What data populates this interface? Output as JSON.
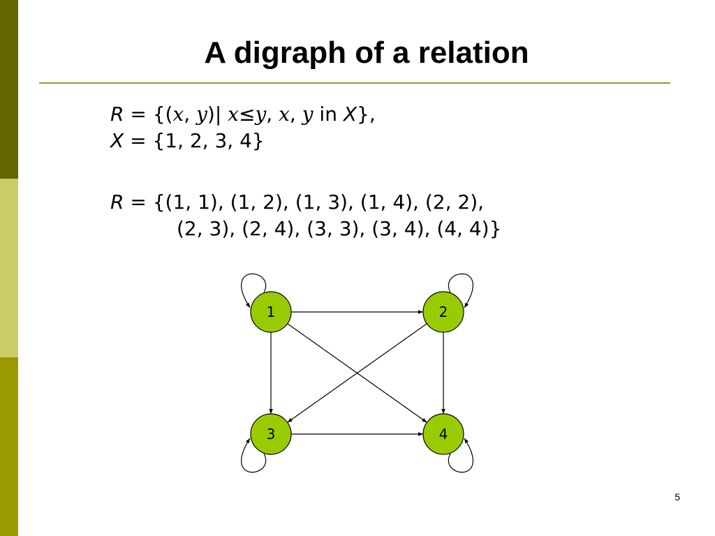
{
  "slide": {
    "title": "A digraph of a relation",
    "page_number": "5"
  },
  "colors": {
    "sidebar_top": "#666600",
    "sidebar_middle": "#CCCC66",
    "sidebar_bottom": "#999900",
    "rule": "#999933",
    "node_fill": "#99CC00"
  },
  "definition": {
    "line1": {
      "r": "R",
      "eq_open": " = {(",
      "x1": "x",
      "comma1": ", ",
      "y1": "y",
      "bar": ")| ",
      "x2": "x",
      "leq": "≤",
      "y2": "y",
      "comma2": ", ",
      "x3": "x",
      "comma3": ", ",
      "y3": "y",
      "in": " in ",
      "set": "X",
      "close": "},"
    },
    "line2": {
      "x": "X",
      "rest": " = {1, 2, 3, 4}"
    },
    "line3": {
      "r": "R",
      "rest": " = {(1, 1), (1, 2), (1, 3), (1, 4), (2, 2),"
    },
    "line4": "(2, 3), (2, 4), (3, 3), (3, 4), (4, 4)}"
  },
  "graph": {
    "nodes": [
      {
        "id": "1",
        "label": "1"
      },
      {
        "id": "2",
        "label": "2"
      },
      {
        "id": "3",
        "label": "3"
      },
      {
        "id": "4",
        "label": "4"
      }
    ],
    "edges": [
      {
        "from": "1",
        "to": "1"
      },
      {
        "from": "1",
        "to": "2"
      },
      {
        "from": "1",
        "to": "3"
      },
      {
        "from": "1",
        "to": "4"
      },
      {
        "from": "2",
        "to": "2"
      },
      {
        "from": "2",
        "to": "3"
      },
      {
        "from": "2",
        "to": "4"
      },
      {
        "from": "3",
        "to": "3"
      },
      {
        "from": "3",
        "to": "4"
      },
      {
        "from": "4",
        "to": "4"
      }
    ]
  }
}
